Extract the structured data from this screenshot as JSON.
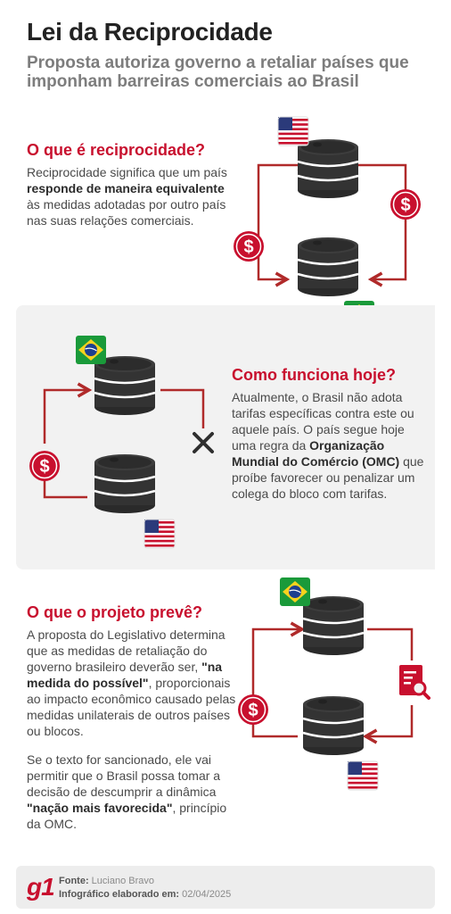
{
  "header": {
    "title": "Lei da Reciprocidade",
    "subtitle": "Proposta autoriza governo a retaliar países que imponham barreiras comerciais ao Brasil"
  },
  "section1": {
    "title": "O que é reciprocidade?",
    "text_1": "Reciprocidade significa que um país ",
    "text_bold": "responde de maneira equivalente",
    "text_2": " às medidas adotadas por outro país nas suas relações comerciais."
  },
  "section2": {
    "title": "Como funciona hoje?",
    "text_1": "Atualmente, o Brasil não adota tarifas específicas contra este ou aquele país. O país segue hoje uma regra da ",
    "text_bold": "Organização Mundial do Comércio (OMC)",
    "text_2": " que proíbe favorecer ou penalizar um colega do bloco com tarifas."
  },
  "section3": {
    "title": "O que o projeto prevê?",
    "p1_text_1": "A proposta do Legislativo determina que as medidas de retaliação do governo brasileiro deverão ser, ",
    "p1_bold": "\"na medida do possível\"",
    "p1_text_2": ", proporcionais ao impacto econômico causado pelas medidas unilaterais de outros países ou blocos.",
    "p2_text_1": "Se o texto for sancionado, ele vai permitir que o Brasil possa tomar a decisão de descumprir a dinâmica ",
    "p2_bold": "\"nação mais favorecida\"",
    "p2_text_2": ", princípio da OMC."
  },
  "icons": {
    "dollar_symbol": "$",
    "us_flag": "us-flag-icon",
    "br_flag": "brazil-flag-icon",
    "barrel": "oil-barrel-icon",
    "block": "x-icon",
    "document_search": "document-search-icon"
  },
  "footer": {
    "logo": "g1",
    "source_label": "Fonte:",
    "source_value": "Luciano Bravo",
    "made_label": "Infográfico elaborado em:",
    "made_value": "02/04/2025"
  },
  "colors": {
    "accent_red": "#c8102e",
    "barrel_dark": "#2f2f2f",
    "band_gray": "#f2f2f2"
  }
}
